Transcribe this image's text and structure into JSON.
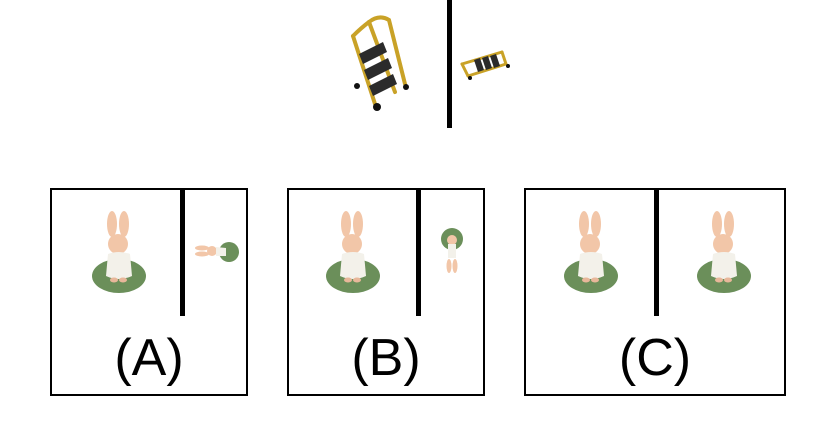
{
  "question": {
    "reference_left_icon": "step-ladder-standing-icon",
    "reference_right_icon": "step-ladder-top-down-icon"
  },
  "options": [
    {
      "label": "(A)",
      "left_icon": "bunny-figure-icon",
      "right_icon": "bunny-figure-lying-icon"
    },
    {
      "label": "(B)",
      "left_icon": "bunny-figure-icon",
      "right_icon": "bunny-figure-top-down-icon"
    },
    {
      "label": "(C)",
      "left_icon": "bunny-figure-icon",
      "right_icon": "bunny-figure-icon"
    }
  ],
  "colors": {
    "ladder_frame": "#c9a227",
    "ladder_step": "#2b2b2b",
    "bunny_skin": "#f2c6a8",
    "bunny_dress": "#f3f1ea",
    "base_green": "#6b8f5a"
  }
}
